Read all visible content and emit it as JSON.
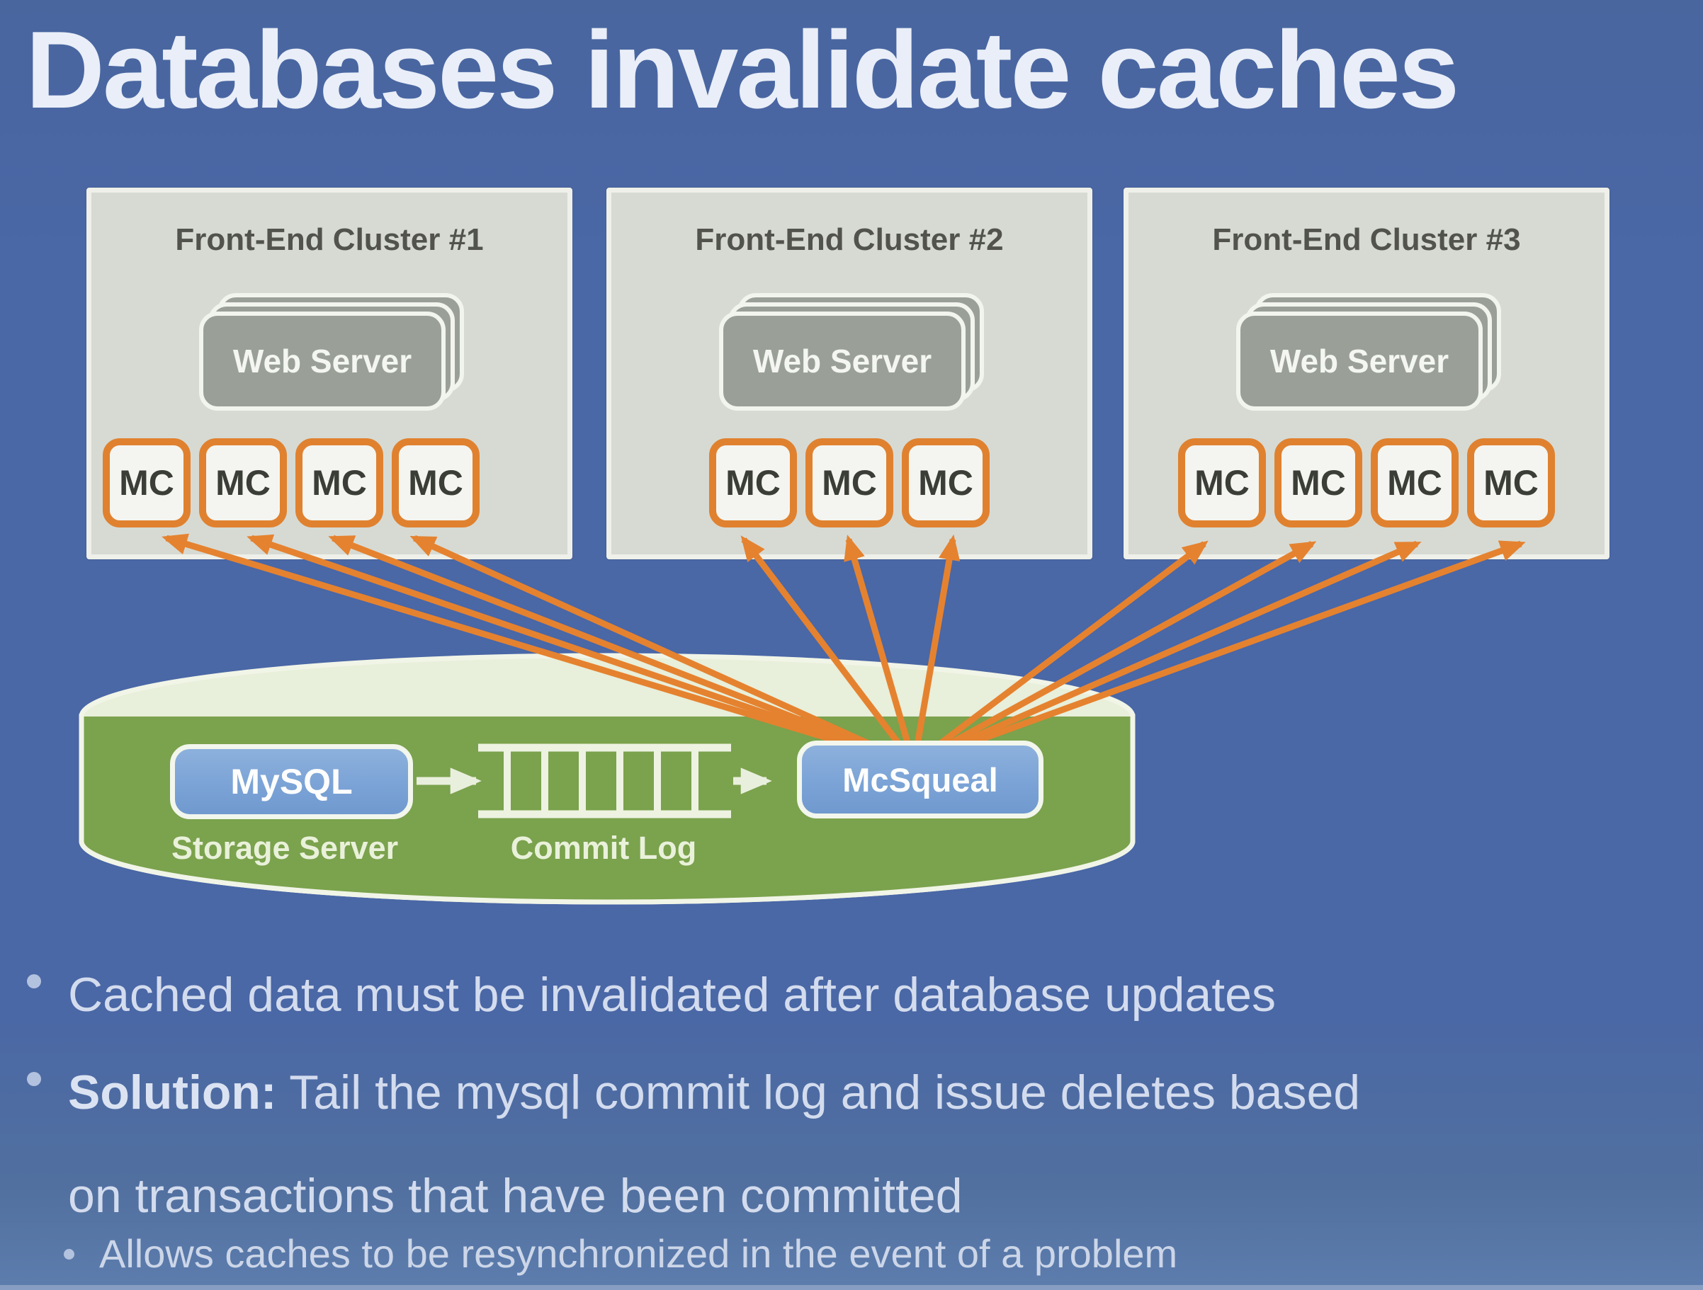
{
  "title": "Databases invalidate caches",
  "clusters": [
    {
      "label": "Front-End Cluster #1",
      "server_label": "Web Server",
      "mc_boxes": [
        "MC",
        "MC",
        "MC",
        "MC"
      ]
    },
    {
      "label": "Front-End Cluster #2",
      "server_label": "Web Server",
      "mc_boxes": [
        "MC",
        "MC",
        "MC"
      ]
    },
    {
      "label": "Front-End Cluster #3",
      "server_label": "Web Server",
      "mc_boxes": [
        "MC",
        "MC",
        "MC",
        "MC"
      ]
    }
  ],
  "storage_tier": {
    "mysql_label": "MySQL",
    "storage_server_label": "Storage Server",
    "commit_log_label": "Commit Log",
    "mcsqueal_label": "McSqueal"
  },
  "bullets": [
    {
      "level": 1,
      "lines": [
        "Cached data must be invalidated after database updates"
      ]
    },
    {
      "level": 1,
      "bold_prefix": "Solution:",
      "lines": [
        " Tail the mysql commit log and issue deletes based",
        "on transactions that have been committed"
      ]
    },
    {
      "level": 2,
      "lines": [
        "Allows caches to be resynchronized in the event of a problem"
      ]
    }
  ],
  "colors": {
    "background_blue": "#4a67a6",
    "arrow_orange": "#e5822f",
    "cylinder_green": "#7ba24d",
    "cylinder_top_green": "#e8efda",
    "pill_blue": "#7ba3d6",
    "cluster_gray": "#d7dad3",
    "mc_border_orange": "#e0812f",
    "bullet_text": "#d3dcee"
  }
}
